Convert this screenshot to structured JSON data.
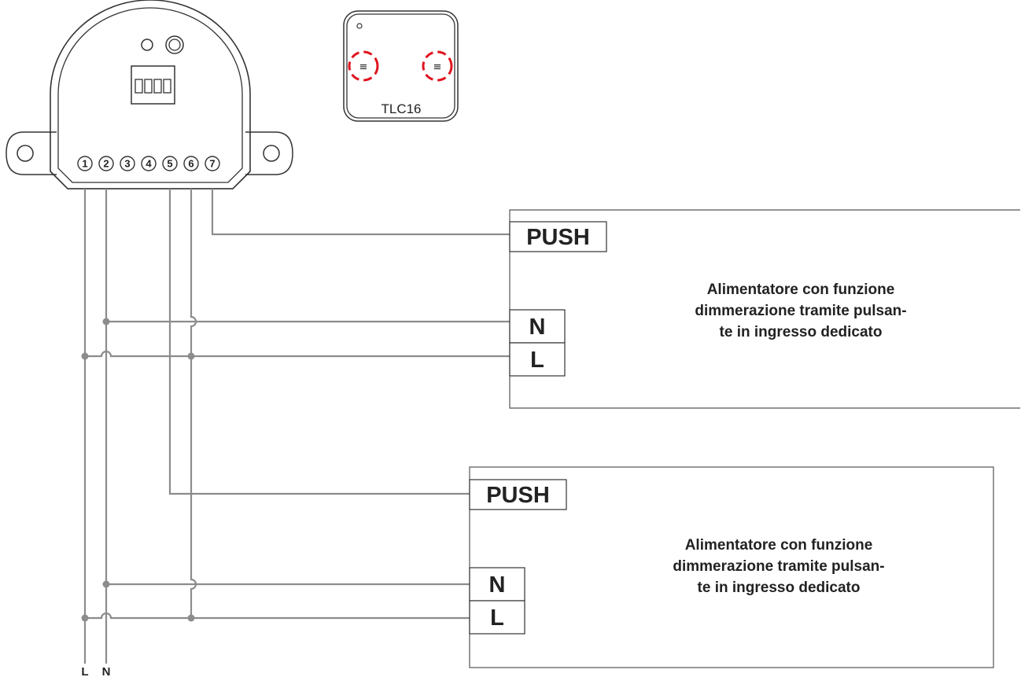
{
  "device": {
    "terminals": [
      "1",
      "2",
      "3",
      "4",
      "5",
      "6",
      "7"
    ]
  },
  "remote": {
    "model": "TLC16",
    "button_glyph": "≡"
  },
  "drivers": [
    {
      "push_label": "PUSH",
      "n_label": "N",
      "l_label": "L",
      "description": [
        "Alimentatore con funzione",
        "dimmerazione tramite pulsan-",
        "te in ingresso dedicato"
      ]
    },
    {
      "push_label": "PUSH",
      "n_label": "N",
      "l_label": "L",
      "description": [
        "Alimentatore con funzione",
        "dimmerazione tramite pulsan-",
        "te in ingresso dedicato"
      ]
    }
  ],
  "mains": {
    "l_label": "L",
    "n_label": "N"
  },
  "colors": {
    "wire": "#8c8c8c",
    "outline": "#333333",
    "button_ring": "#e0141e"
  }
}
